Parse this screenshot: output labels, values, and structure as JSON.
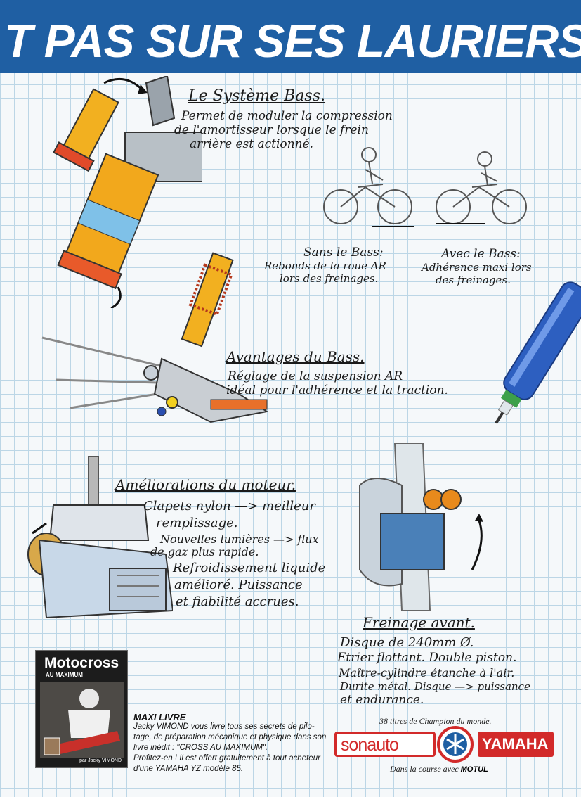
{
  "banner": {
    "title": "T PAS SUR SES LAURIERS."
  },
  "bass": {
    "heading": "Le Système Bass.",
    "lines": [
      "Permet de moduler la compression",
      "de l'amortisseur lorsque le frein",
      "arrière est actionné."
    ]
  },
  "sans": {
    "heading": "Sans le Bass:",
    "lines": [
      "Rebonds de la roue AR",
      "lors des freinages."
    ]
  },
  "avec": {
    "heading": "Avec le Bass:",
    "lines": [
      "Adhérence maxi lors",
      "des freinages."
    ]
  },
  "avantages": {
    "heading": "Avantages du Bass.",
    "lines": [
      "Réglage de la suspension AR",
      "idéal pour l'adhérence et la traction."
    ]
  },
  "moteur": {
    "heading": "Améliorations du moteur.",
    "lines": [
      "Clapets nylon —> meilleur",
      "remplissage.",
      "Nouvelles lumières —> flux",
      "de gaz plus rapide.",
      "Refroidissement liquide",
      "amélioré. Puissance",
      "et fiabilité accrues."
    ]
  },
  "freinage": {
    "heading": "Freinage avant.",
    "lines": [
      "Disque de 240mm Ø.",
      "Etrier flottant. Double piston.",
      "Maître-cylindre étanche à l'air.",
      "Durite métal. Disque —> puissance",
      "et endurance."
    ]
  },
  "book": {
    "title": "Motocross",
    "subtitle": "AU MAXIMUM",
    "author": "par Jacky VIMOND"
  },
  "maxi": {
    "heading": "MAXI LIVRE",
    "lines": [
      "Jacky VIMOND vous livre tous ses secrets de pilo-",
      "tage, de préparation mécanique et physique dans son",
      "livre inédit : \"CROSS AU MAXIMUM\".",
      "Profitez-en ! Il est offert gratuitement à tout acheteur",
      "d'une YAMAHA YZ modèle 85."
    ]
  },
  "brand": {
    "tagline": "38 titres de Champion du monde.",
    "sonauto": "sonauto",
    "yamaha": "YAMAHA",
    "course": "Dans la course avec",
    "motul": "MOTUL"
  },
  "colors": {
    "banner": "#1f5fa3",
    "brand_red": "#d22a2a",
    "grid": "#bcd6e6"
  }
}
